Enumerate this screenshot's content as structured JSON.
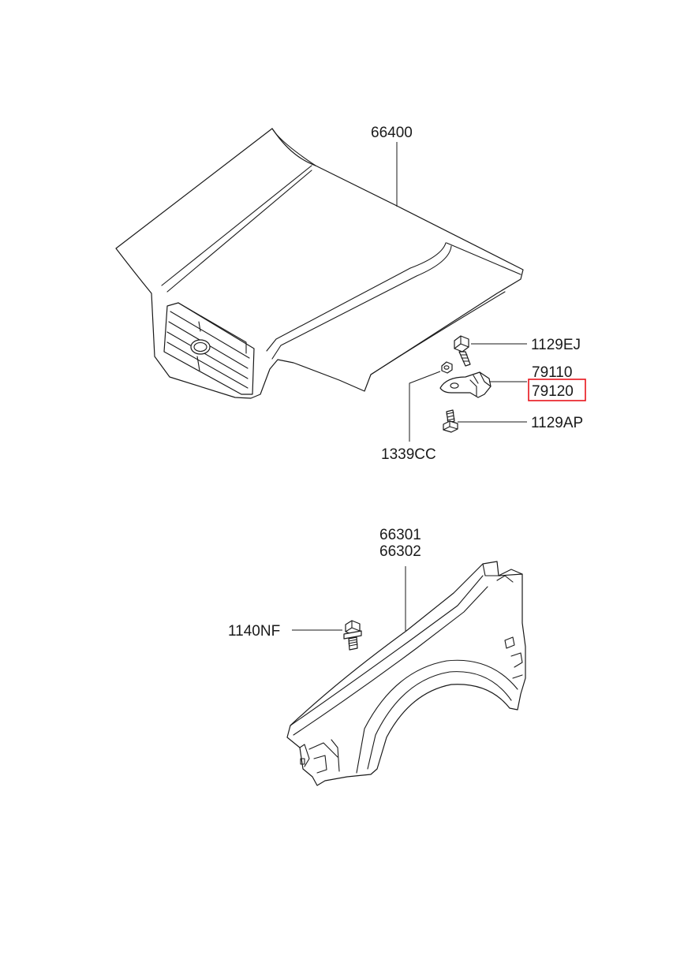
{
  "labels": {
    "hood": "66400",
    "bolt_upper": "1129EJ",
    "latch_a": "79110",
    "latch_b": "79120",
    "bolt_lower": "1129AP",
    "nut": "1339CC",
    "fender_a": "66301",
    "fender_b": "66302",
    "fender_bolt": "1140NF"
  },
  "highlight": {
    "label": "79120",
    "color": "#e8141b"
  }
}
